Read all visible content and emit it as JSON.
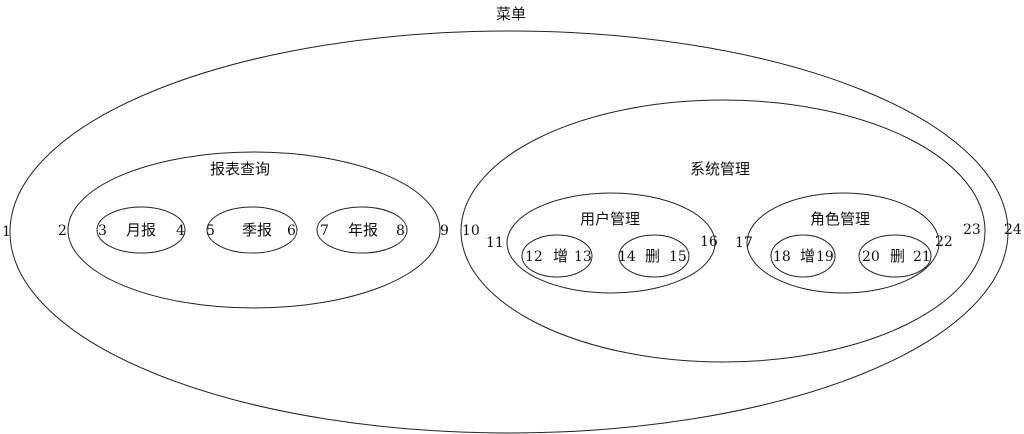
{
  "root": {
    "title": "菜单",
    "left": "1",
    "right": "24"
  },
  "report_query": {
    "title": "报表查询",
    "left": "2",
    "right": "9",
    "items": [
      {
        "label": "月报",
        "left": "3",
        "right": "4"
      },
      {
        "label": "季报",
        "left": "5",
        "right": "6"
      },
      {
        "label": "年报",
        "left": "7",
        "right": "8"
      }
    ]
  },
  "system_management": {
    "title": "系统管理",
    "left": "10",
    "right": "23",
    "user_management": {
      "title": "用户管理",
      "left": "11",
      "right": "16",
      "items": [
        {
          "label": "增",
          "left": "12",
          "right": "13"
        },
        {
          "label": "删",
          "left": "14",
          "right": "15"
        }
      ]
    },
    "role_management": {
      "title": "角色管理",
      "left": "17",
      "right": "22",
      "items": [
        {
          "label": "增",
          "left": "18",
          "right": "19"
        },
        {
          "label": "删",
          "left": "20",
          "right": "21"
        }
      ]
    }
  }
}
